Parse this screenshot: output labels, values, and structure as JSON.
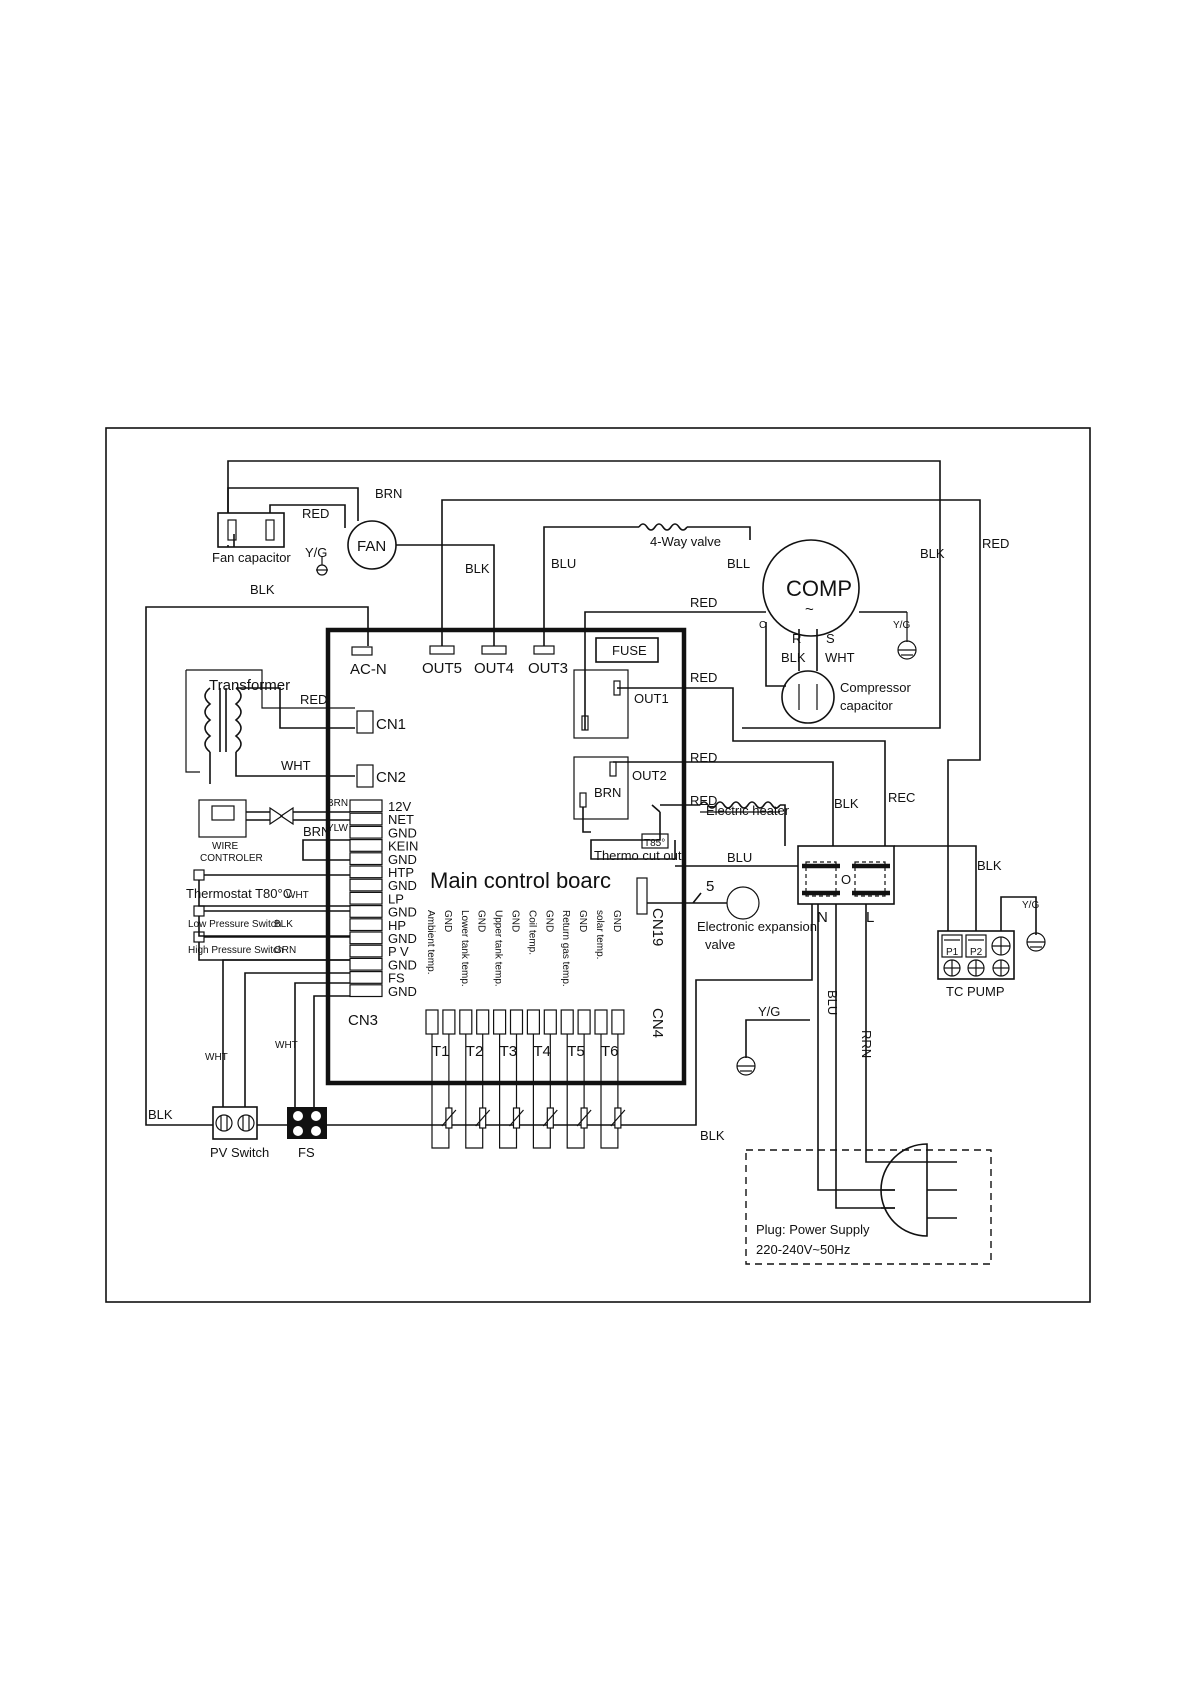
{
  "board": {
    "title": "Main control boarc",
    "top_connectors": [
      "AC-N",
      "OUT5",
      "OUT4",
      "OUT3"
    ],
    "fuse": "FUSE",
    "out1": "OUT1",
    "out2": "OUT2",
    "cn1": "CN1",
    "cn2": "CN2",
    "cn3": "CN3",
    "cn4": "CN4",
    "cn19": "CN19",
    "cn3_pins": [
      "12V",
      "NET",
      "GND",
      "KEIN",
      "GND",
      "HTP",
      "GND",
      "LP",
      "GND",
      "HP",
      "GND",
      "P V",
      "GND",
      "FS",
      "GND"
    ],
    "sensor_labels": [
      "Ambient temp.",
      "GND",
      "Lower tank temp.",
      "GND",
      "Upper tank temp.",
      "GND",
      "Coil temp.",
      "GND",
      "Return gas temp.",
      "GND",
      "solar temp.",
      "GND"
    ],
    "sensors": [
      "T1",
      "T2",
      "T3",
      "T4",
      "T5",
      "T6"
    ]
  },
  "components": {
    "fan": "FAN",
    "fan_capacitor": "Fan capacitor",
    "transformer": "Transformer",
    "comp": "COMP",
    "comp_pin_c": "C",
    "comp_pin_r": "R",
    "comp_pin_s": "S",
    "compressor_capacitor_1": "Compressor",
    "compressor_capacitor_2": "capacitor",
    "four_way_valve": "4-Way valve",
    "electric_heater": "Electric heater",
    "thermo_cut_out": "Thermo cut out",
    "t85": "T85°",
    "wire_controller_1": "WIRE",
    "wire_controller_2": "CONTROLER",
    "thermostat": "Thermostat T80°C",
    "low_pressure_switch": "Low Pressure Switch",
    "high_pressure_switch": "High Pressure Switch",
    "electronic_expansion_1": "Electronic expansion",
    "electronic_expansion_2": "valve",
    "eev_pin_count": "5",
    "pv_switch": "PV Switch",
    "fs": "FS",
    "tc_pump": "TC PUMP",
    "pump_terminals": [
      "P1",
      "P2",
      "⏚"
    ],
    "terminal_n": "N",
    "terminal_l": "L",
    "terminal_mid": "O",
    "plug_1": "Plug: Power Supply",
    "plug_2": "220-240V~50Hz",
    "tilde": "~"
  },
  "wires": {
    "brn": "BRN",
    "red": "RED",
    "rec": "REC",
    "blk": "BLK",
    "blu": "BLU",
    "bll": "BLL",
    "wht": "WHT",
    "grn": "GRN",
    "yg": "Y/G",
    "yg_lower": "Y/G",
    "rrn": "RRN",
    "ylw": "YLW"
  }
}
